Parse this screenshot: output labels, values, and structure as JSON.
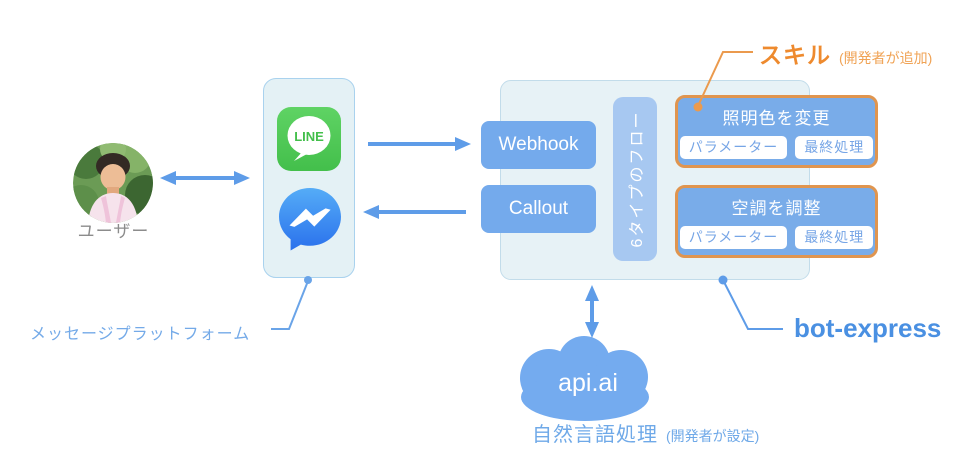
{
  "labels": {
    "user": "ユーザー",
    "message_platform": "メッセージプラットフォーム",
    "skill": "スキル",
    "skill_note": "(開発者が追加)",
    "bot_express": "bot-express",
    "api_ai": "api.ai",
    "nlp": "自然言語処理",
    "nlp_note": "(開発者が設定)",
    "flow": "6タイプのフロー"
  },
  "buttons": {
    "webhook": "Webhook",
    "callout": "Callout"
  },
  "skills": [
    {
      "title": "照明色を変更",
      "buttons": [
        "パラメーター",
        "最終処理"
      ]
    },
    {
      "title": "空調を調整",
      "buttons": [
        "パラメーター",
        "最終処理"
      ]
    }
  ],
  "icons": {
    "line_label": "LINE",
    "line": "line-app-icon",
    "messenger": "facebook-messenger-icon",
    "cloud": "api-ai-cloud"
  },
  "colors": {
    "arrow_blue": "#5e9ce8",
    "node_blue": "#74aaec",
    "pill_blue": "#a7c8f1",
    "skill_fill_blue": "#79ace9",
    "skill_border_orange": "#e0954f",
    "accent_orange": "#ee8a2e",
    "label_blue": "#74aae8",
    "bot_express_blue": "#4a90e2",
    "box_fill": "#e7f2f6",
    "line_green": "#47c24f",
    "messenger_blue": "#2a71ec"
  }
}
